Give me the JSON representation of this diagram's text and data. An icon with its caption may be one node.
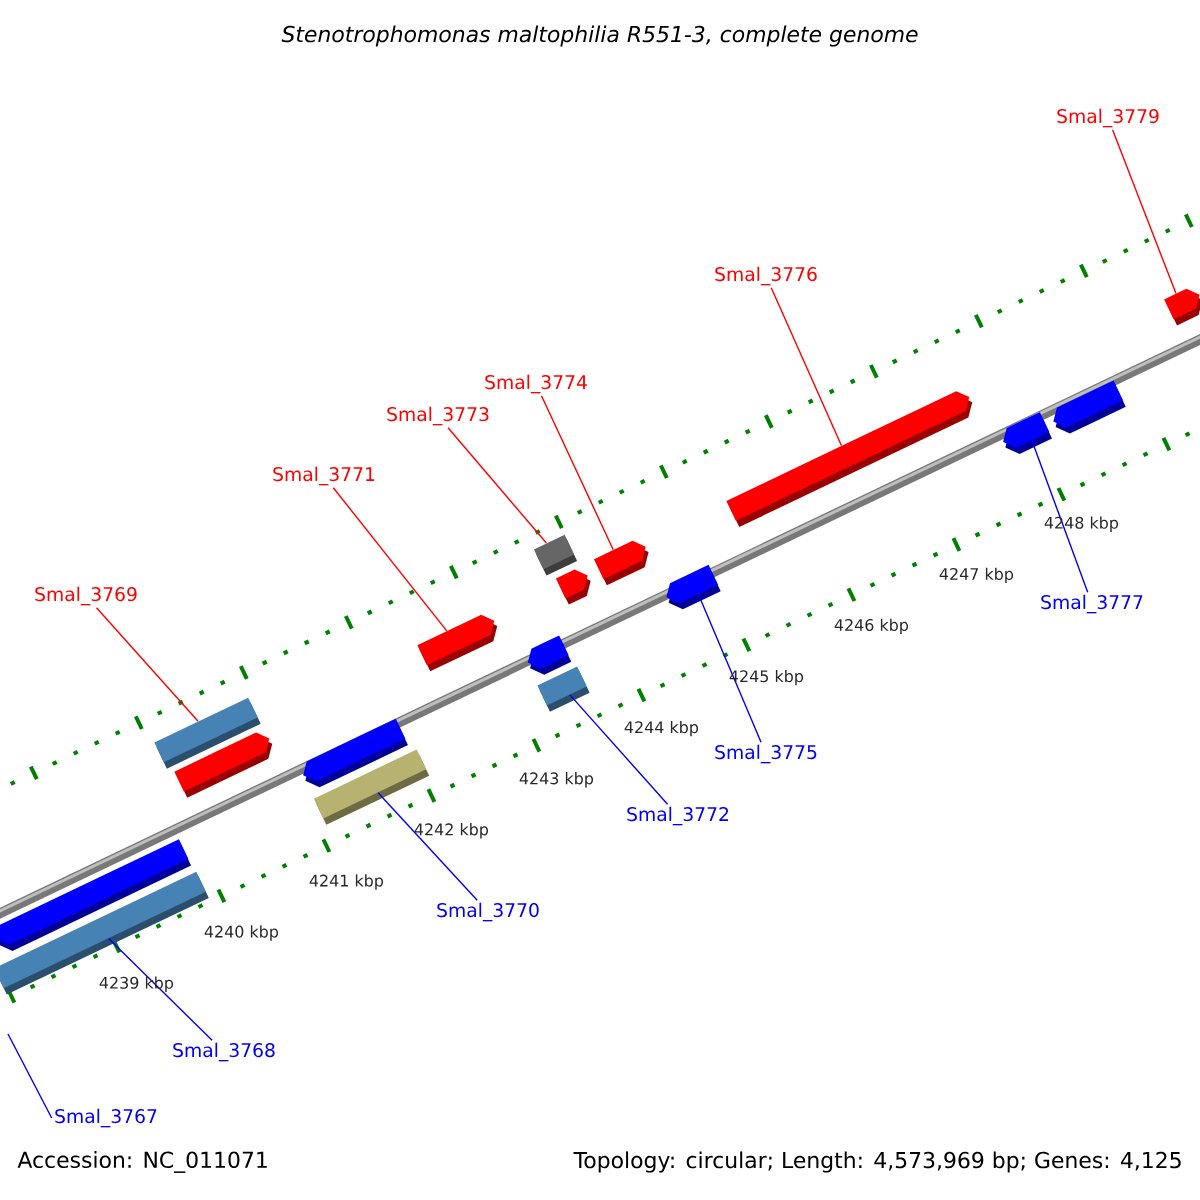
{
  "diagram": {
    "title": "Stenotrophomonas maltophilia R551-3, complete genome",
    "nodes": [
      {
        "text": [
          "Smal_3779"
        ]
      },
      {
        "text": [
          "Smal_3776"
        ]
      },
      {
        "text": [
          "Smal_3774"
        ]
      },
      {
        "text": [
          "Smal_3773"
        ]
      },
      {
        "text": [
          "Smal_3771"
        ]
      },
      {
        "text": [
          "Smal_3769"
        ]
      },
      {
        "text": [
          "Smal_3777"
        ]
      },
      {
        "text": [
          "Smal_3775"
        ]
      },
      {
        "text": [
          "Smal_3772"
        ]
      },
      {
        "text": [
          "Smal_3770"
        ]
      },
      {
        "text": [
          "Smal_3768"
        ]
      },
      {
        "text": [
          "Smal_3767"
        ]
      },
      {
        "text": [],
        "shape": "arrow"
      },
      {
        "text": [],
        "shape": "box"
      },
      {
        "text": [],
        "shape": "box"
      },
      {
        "text": [],
        "shape": "arrow"
      },
      {
        "text": [],
        "shape": "arrow"
      },
      {
        "text": [],
        "shape": "box"
      },
      {
        "text": [],
        "shape": "arrow"
      },
      {
        "text": [],
        "shape": "arrow"
      },
      {
        "text": [],
        "shape": "box"
      },
      {
        "text": [],
        "shape": "box"
      },
      {
        "text": [],
        "shape": "arrow"
      },
      {
        "text": [],
        "shape": "arrow"
      },
      {
        "text": [],
        "shape": "arrow"
      },
      {
        "text": [],
        "shape": "arrow"
      },
      {
        "text": [],
        "shape": "arrow"
      },
      {
        "text": [],
        "shape": "arrow"
      },
      {
        "text": [],
        "shape": "arrow"
      }
    ],
    "edges": [
      {
        "from": 0,
        "to": 28,
        "arrow": "none",
        "color": "#ff0000"
      },
      {
        "from": 1,
        "to": 25,
        "arrow": "none",
        "color": "#ff0000"
      },
      {
        "from": 2,
        "to": 23,
        "arrow": "none",
        "color": "#ff0000"
      },
      {
        "from": 3,
        "to": 20,
        "arrow": "none",
        "color": "#ff0000"
      },
      {
        "from": 4,
        "to": 18,
        "arrow": "none",
        "color": "#ff0000"
      },
      {
        "from": 5,
        "to": 14,
        "arrow": "none",
        "color": "#ff0000"
      },
      {
        "from": 6,
        "to": 26,
        "arrow": "none",
        "color": "#0000ff"
      },
      {
        "from": 7,
        "to": 24,
        "arrow": "none",
        "color": "#0000ff"
      },
      {
        "from": 8,
        "to": 21,
        "arrow": "none",
        "color": "#0000ff"
      },
      {
        "from": 9,
        "to": 17,
        "arrow": "none",
        "color": "#0000ff"
      },
      {
        "from": 10,
        "to": 13,
        "arrow": "none",
        "color": "#0000ff"
      },
      {
        "from": 11,
        "to": null,
        "arrow": "none",
        "color": "#0000ff"
      }
    ],
    "labels": [
      "4239 kbp",
      "4240 kbp",
      "4241 kbp",
      "4242 kbp",
      "4243 kbp",
      "4244 kbp",
      "4245 kbp",
      "4246 kbp",
      "4247 kbp",
      "4248 kbp",
      "Accession: NC_011071",
      "Topology: circular; Length: 4,573,969 bp; Genes: 4,125"
    ]
  }
}
